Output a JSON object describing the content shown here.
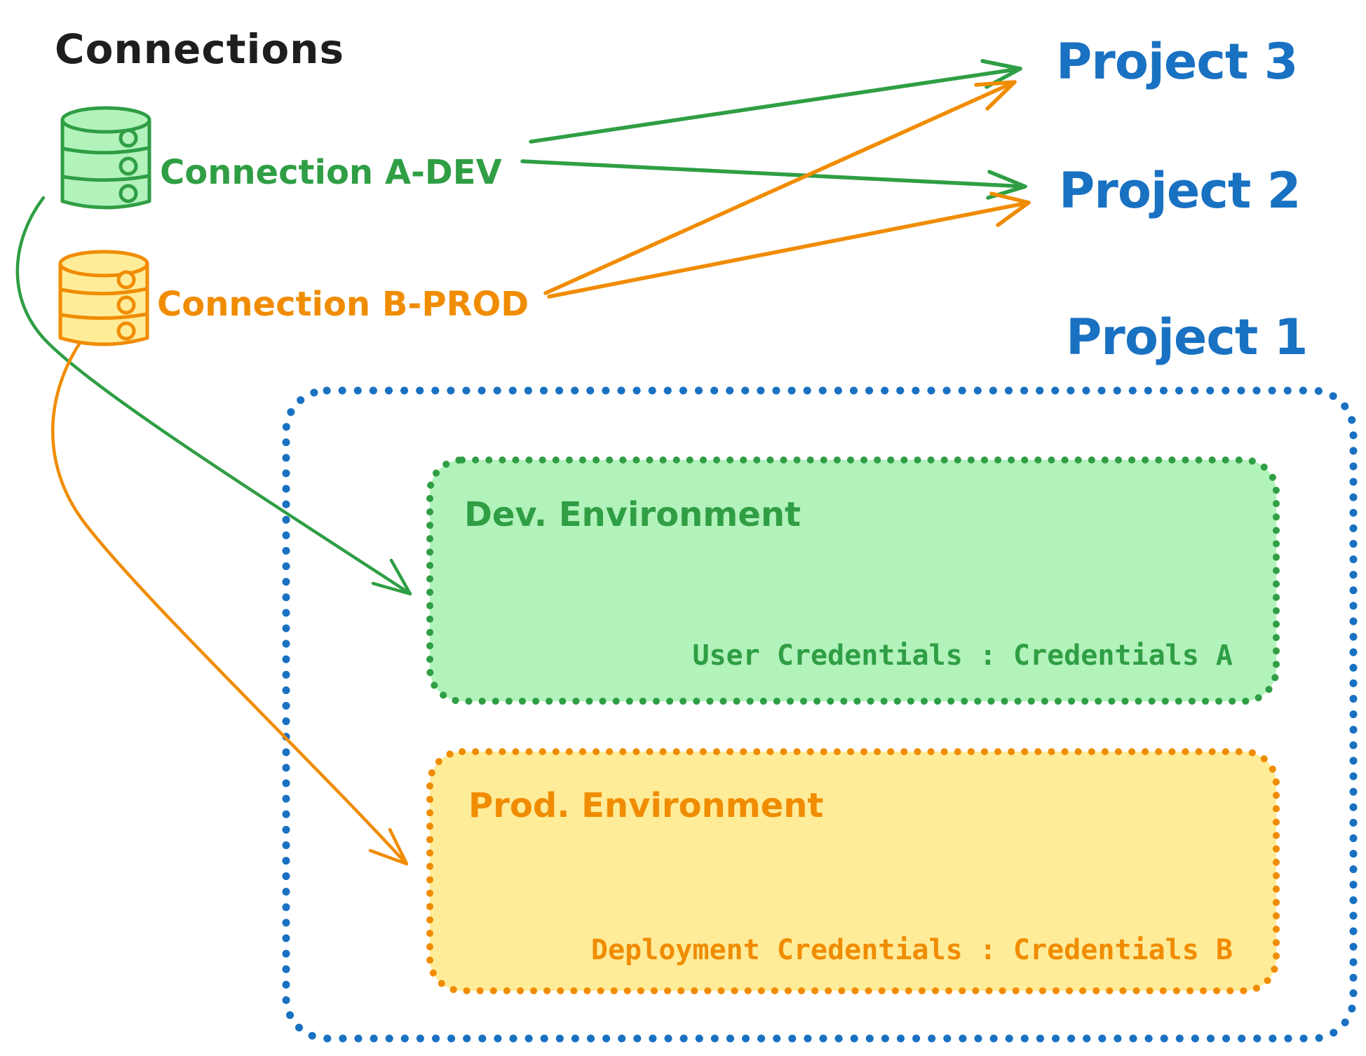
{
  "title": "Connections",
  "colors": {
    "background": "#ffffff",
    "ink": "#1e1e1e",
    "blue": "#1971c2",
    "green": "#2f9e44",
    "green_fill": "#b2f2bb",
    "orange": "#f08c00",
    "orange_fill": "#ffec99"
  },
  "connections": [
    {
      "label": "Connection A-DEV",
      "color": "#2f9e44",
      "icon": "database-icon"
    },
    {
      "label": "Connection B-PROD",
      "color": "#f08c00",
      "icon": "database-icon"
    }
  ],
  "projects": [
    {
      "label": "Project 3"
    },
    {
      "label": "Project 2"
    },
    {
      "label": "Project 1"
    }
  ],
  "project1": {
    "environments": [
      {
        "title": "Dev. Environment",
        "credentials": "User Credentials : Credentials A",
        "color": "#2f9e44"
      },
      {
        "title": "Prod. Environment",
        "credentials": "Deployment Credentials : Credentials B",
        "color": "#f08c00"
      }
    ]
  },
  "edges": [
    {
      "from": "Connection A-DEV",
      "to": "Project 3",
      "color": "#2f9e44",
      "style": "straight-arrow"
    },
    {
      "from": "Connection A-DEV",
      "to": "Project 2",
      "color": "#2f9e44",
      "style": "straight-arrow"
    },
    {
      "from": "Connection A-DEV",
      "to": "Dev. Environment",
      "color": "#2f9e44",
      "style": "curved-arrow"
    },
    {
      "from": "Connection B-PROD",
      "to": "Project 3",
      "color": "#f08c00",
      "style": "straight-arrow"
    },
    {
      "from": "Connection B-PROD",
      "to": "Project 2",
      "color": "#f08c00",
      "style": "straight-arrow"
    },
    {
      "from": "Connection B-PROD",
      "to": "Prod. Environment",
      "color": "#f08c00",
      "style": "curved-arrow"
    }
  ]
}
